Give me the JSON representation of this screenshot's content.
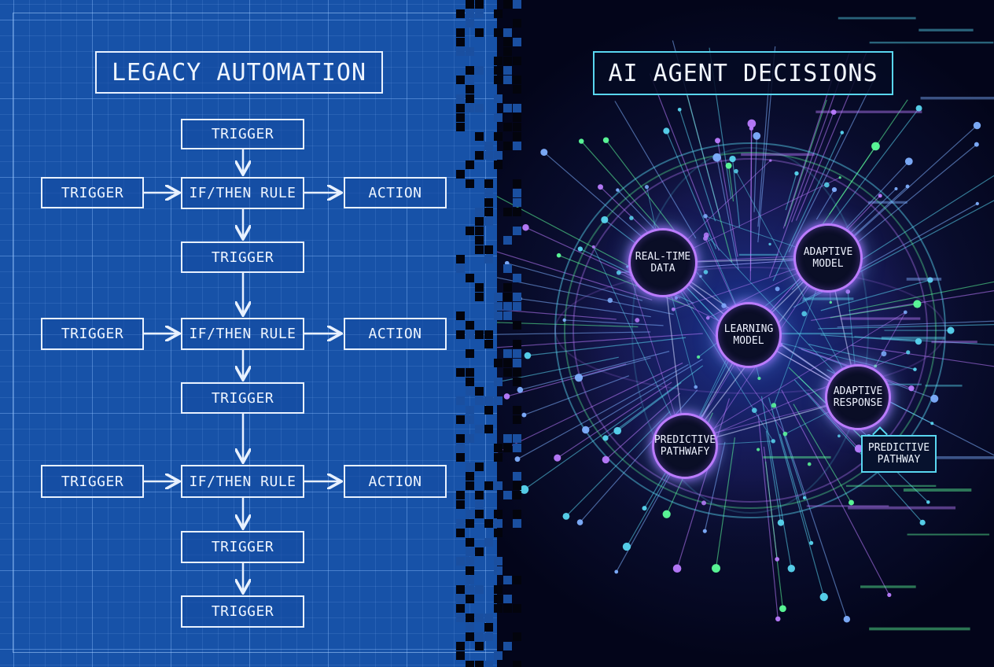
{
  "legacy": {
    "title": "LEGACY AUTOMATION",
    "flow": [
      "TRIGGER",
      "TRIGGER",
      "IF/THEN RULE",
      "ACTION",
      "TRIGGER",
      "TRIGGER",
      "IF/THEN RULE",
      "ACTION",
      "TRIGGER",
      "TRIGGER",
      "IF/THEN RULE",
      "ACTION",
      "TRIGGER",
      "TRIGGER"
    ]
  },
  "ai": {
    "title": "AI AGENT DECISIONS",
    "nodes": {
      "realtime": "REAL-TIME\nDATA",
      "adaptive_model": "ADAPTIVE\nMODEL",
      "learning": "LEARNING\nMODEL",
      "adaptive_response": "ADAPTIVE\nRESPONSE",
      "predictive": "PREDICTIVE\nPATHWAFY"
    },
    "callout": "PREDICTIVE\nPATHWAY"
  },
  "colors": {
    "blueprint_bg": "#1752a8",
    "line_white": "#e8f1ff",
    "dark_bg": "#05081a",
    "cyan": "#59d6f0",
    "purple": "#bb7cff",
    "green": "#5dff9a"
  }
}
